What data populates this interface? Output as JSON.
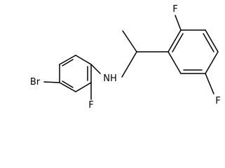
{
  "atoms": {
    "br": "Br",
    "nh": "NH",
    "f_ring_left": "F",
    "f_ring_right_top": "F",
    "f_ring_right_bottom": "F"
  },
  "colors": {
    "bond": "#000000",
    "text": "#000000",
    "background": "#ffffff"
  }
}
